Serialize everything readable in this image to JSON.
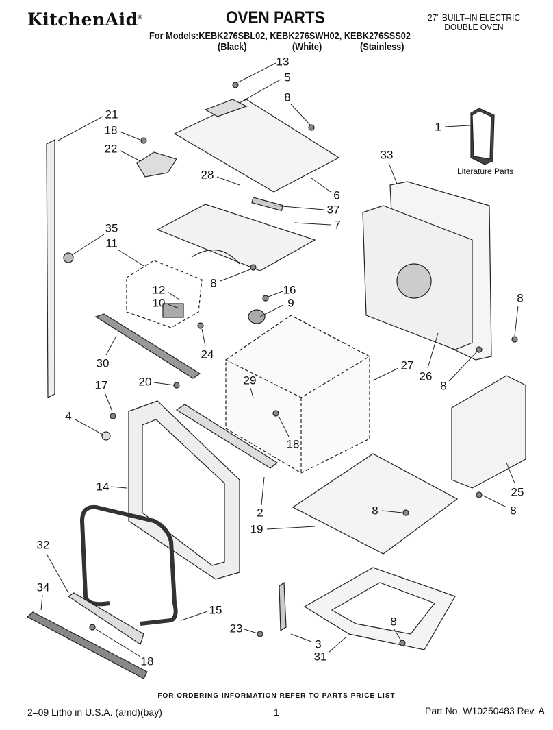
{
  "header": {
    "brand": "KitchenAid",
    "registered": "®",
    "title": "OVEN PARTS",
    "models": "For Models:KEBK276SBL02, KEBK276SWH02, KEBK276SSS02",
    "colors": [
      "(Black)",
      "(White)",
      "(Stainless)"
    ],
    "description_line1": "27\" BUILT–IN ELECTRIC",
    "description_line2": "DOUBLE OVEN"
  },
  "diagram": {
    "literature_label": "Literature Parts",
    "callouts": [
      "13",
      "5",
      "8",
      "21",
      "18",
      "22",
      "1",
      "33",
      "28",
      "6",
      "37",
      "7",
      "35",
      "11",
      "8",
      "12",
      "16",
      "9",
      "10",
      "8",
      "24",
      "30",
      "27",
      "26",
      "20",
      "29",
      "8",
      "17",
      "4",
      "18",
      "25",
      "14",
      "2",
      "8",
      "8",
      "19",
      "32",
      "15",
      "34",
      "8",
      "23",
      "3",
      "31",
      "18"
    ]
  },
  "footer": {
    "ordering_info": "FOR ORDERING INFORMATION REFER TO PARTS PRICE LIST",
    "litho": "2–09 Litho in U.S.A. (amd)(bay)",
    "page_number": "1",
    "part_number": "Part No. W10250483 Rev. A"
  }
}
